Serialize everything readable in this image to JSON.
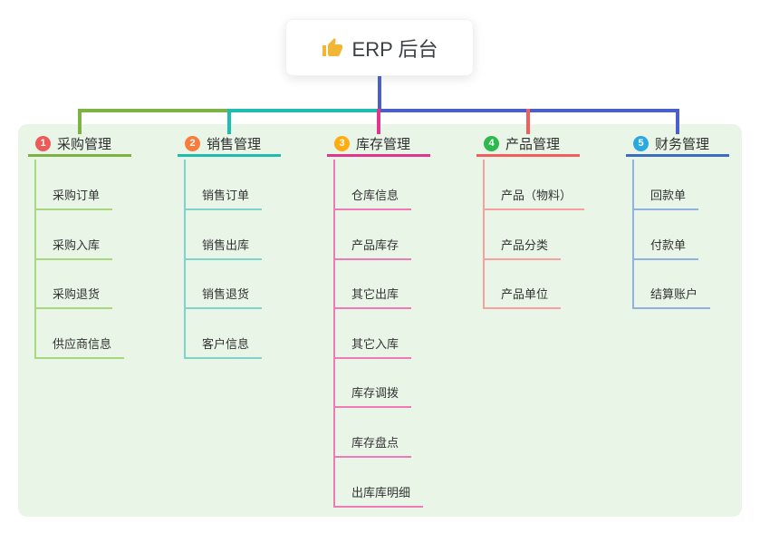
{
  "root": {
    "label": "ERP 后台",
    "icon": "thumbs-up",
    "line_color": "#4a5fc9"
  },
  "branches": [
    {
      "badge": "1",
      "title": "采购管理",
      "badge_color": "#ee5a5a",
      "line_color": "#7cb342",
      "child_line_color": "#a9d77f",
      "children": [
        "采购订单",
        "采购入库",
        "采购退货",
        "供应商信息"
      ]
    },
    {
      "badge": "2",
      "title": "销售管理",
      "badge_color": "#f97c3c",
      "line_color": "#1fbcb0",
      "child_line_color": "#7fd3cb",
      "children": [
        "销售订单",
        "销售出库",
        "销售退货",
        "客户信息"
      ]
    },
    {
      "badge": "3",
      "title": "库存管理",
      "badge_color": "#ffac12",
      "line_color": "#e0368f",
      "child_line_color": "#f07ab8",
      "children": [
        "仓库信息",
        "产品库存",
        "其它出库",
        "其它入库",
        "库存调拨",
        "库存盘点",
        "出库库明细"
      ]
    },
    {
      "badge": "4",
      "title": "产品管理",
      "badge_color": "#2eb84e",
      "line_color": "#f25e5e",
      "child_line_color": "#f7a0a0",
      "children": [
        "产品（物料）",
        "产品分类",
        "产品单位"
      ]
    },
    {
      "badge": "5",
      "title": "财务管理",
      "badge_color": "#29a9e0",
      "line_color": "#3d6dc0",
      "child_line_color": "#92b0e0",
      "children": [
        "回款单",
        "付款单",
        "结算账户"
      ]
    }
  ],
  "colors": {
    "panel_background": "#e8f5e7",
    "thumb_icon": "#f2b636",
    "text": "#333333"
  }
}
